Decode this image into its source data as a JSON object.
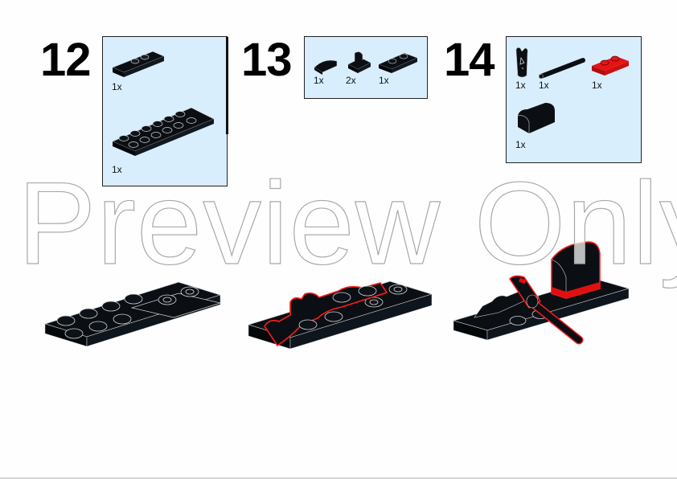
{
  "page": {
    "background": "#fefefe",
    "watermark": "Preview Only"
  },
  "colors": {
    "parts_box_bg": "#d9eefc",
    "brick_black": "#0b0f14",
    "brick_red": "#e01010",
    "highlight_outline": "#ff1a1a",
    "stud_outline": "#c8c8c8"
  },
  "steps": [
    {
      "number": "12",
      "parts": [
        {
          "name": "plate-1x3-black",
          "qty": "1x",
          "color": "black"
        },
        {
          "name": "plate-2x6-black",
          "qty": "1x",
          "color": "black"
        }
      ]
    },
    {
      "number": "13",
      "parts": [
        {
          "name": "quarter-round-tile-black",
          "qty": "1x",
          "color": "black"
        },
        {
          "name": "plate-1x1-clip-black",
          "qty": "2x",
          "color": "black"
        },
        {
          "name": "plate-1x2-black",
          "qty": "1x",
          "color": "black"
        }
      ]
    },
    {
      "number": "14",
      "parts": [
        {
          "name": "bar-holder-clip-black",
          "qty": "1x",
          "color": "black"
        },
        {
          "name": "bar-black",
          "qty": "1x",
          "color": "black"
        },
        {
          "name": "plate-1x2-red",
          "qty": "1x",
          "color": "red"
        },
        {
          "name": "curved-slope-black",
          "qty": "1x",
          "color": "black"
        }
      ]
    }
  ]
}
